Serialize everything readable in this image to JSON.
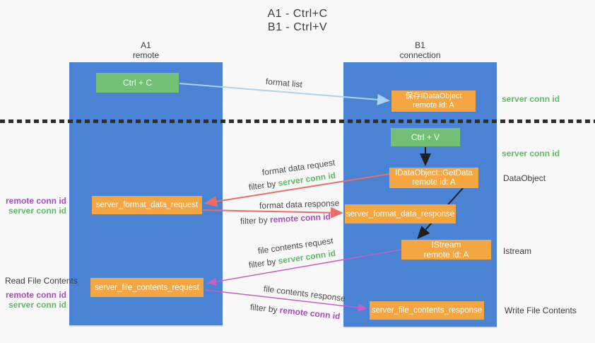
{
  "title": {
    "line1": "A1 - Ctrl+C",
    "line2": "B1 - Ctrl+V"
  },
  "columns": {
    "left": {
      "name_line": "A1",
      "role_line": "remote"
    },
    "right": {
      "name_line": "B1",
      "role_line": "connection"
    }
  },
  "nodes": {
    "ctrl_c": {
      "label": "Ctrl + C"
    },
    "ctrl_v": {
      "label": "Ctrl + V"
    },
    "save_dataobject": {
      "line1": "保存IDataObject",
      "line2": "remote id: A"
    },
    "getdata": {
      "line1": "IDataObject::GetData",
      "line2": "remote id: A"
    },
    "istream": {
      "line1": "IStream",
      "line2": "remote id: A"
    },
    "server_format_data_request": {
      "label": "server_format_data_request"
    },
    "server_format_data_response": {
      "label": "server_format_data_response"
    },
    "server_file_contents_request": {
      "label": "server_file_contents_request"
    },
    "server_file_contents_response": {
      "label": "server_file_contents_response"
    }
  },
  "arrow_labels": {
    "format_list": "format list",
    "format_data_request": "format data request",
    "format_data_response": "format data response",
    "file_contents_request": "file contents request",
    "file_contents_response": "file contents response",
    "filter_by": "filter by",
    "server_conn_id": "server conn id",
    "remote_conn_id": "remote conn id"
  },
  "side_labels": {
    "left_remote_conn_id": "remote conn id",
    "left_server_conn_id": "server conn id",
    "read_file_contents": "Read File Contents",
    "left_remote_conn_id_2": "remote conn id",
    "left_server_conn_id_2": "server conn id",
    "right_server_conn_id_1": "server conn id",
    "right_server_conn_id_2": "server conn id",
    "dataobject": "DataObject",
    "istream": "Istream",
    "write_file_contents": "Write File Contents"
  },
  "colors": {
    "column_blue": "#4a82d4",
    "box_orange": "#f6a640",
    "box_green": "#72c076",
    "arrow_lightblue": "#a9d3f2",
    "arrow_salmon": "#e96d68",
    "arrow_magenta": "#c75fc7",
    "text_purple": "#a64dbb",
    "text_green": "#5fba66",
    "dotted": "#2e2e2e",
    "bg": "#f8f8f8"
  }
}
